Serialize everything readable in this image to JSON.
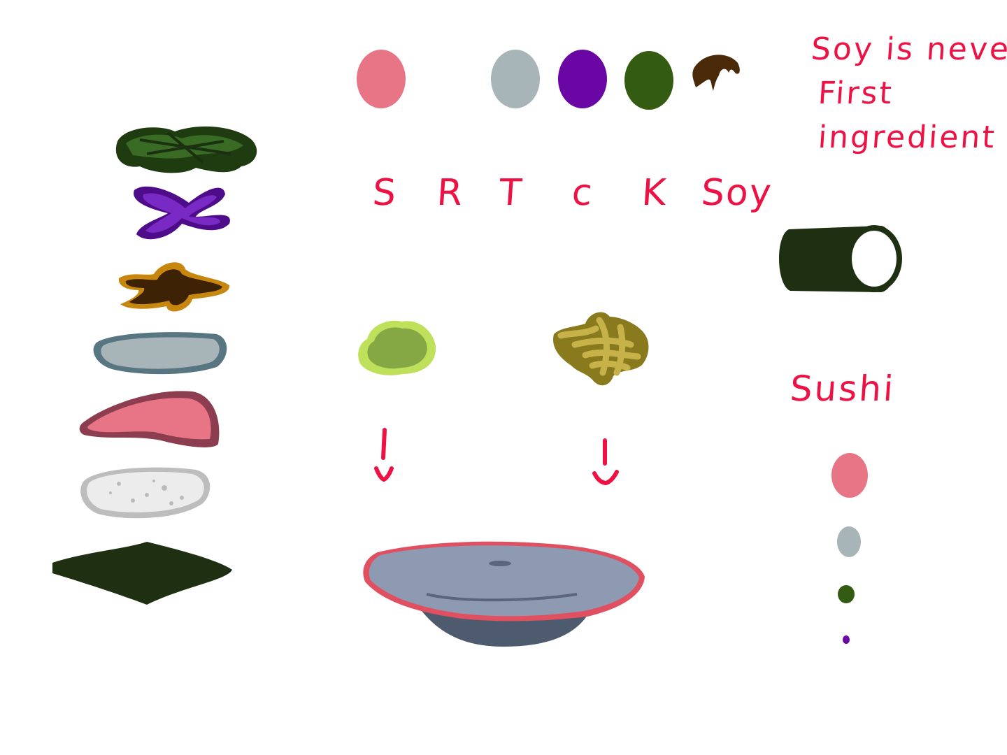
{
  "note": {
    "line1": "Soy is never",
    "line2": "First",
    "line3": "ingredient"
  },
  "letters": [
    {
      "key": "s",
      "text": "S",
      "color": "#e87585",
      "icon": "salmon-swatch-icon"
    },
    {
      "key": "r",
      "text": "R",
      "color": "#ffffff",
      "icon": "rice-swatch-icon"
    },
    {
      "key": "t",
      "text": "T",
      "color": "#a7b4b8",
      "icon": "tuna-swatch-icon"
    },
    {
      "key": "c",
      "text": "c",
      "color": "#6a06a3",
      "icon": "cabbage-swatch-icon"
    },
    {
      "key": "k",
      "text": "K",
      "color": "#335c12",
      "icon": "kelp-swatch-icon"
    },
    {
      "key": "soy",
      "text": "Soy",
      "color": "#4a2a08",
      "icon": "soy-swatch-icon"
    }
  ],
  "sushi": {
    "label": "Sushi",
    "dot_colors": [
      "#e87585",
      "#a7b4b8",
      "#335c12",
      "#6a06a3"
    ]
  },
  "ingredients_stack": [
    {
      "name": "seaweed-salad",
      "color": "#2f5a1c"
    },
    {
      "name": "purple-cabbage",
      "color": "#5c1a9a"
    },
    {
      "name": "soy-sauce",
      "color": "#4a2a08"
    },
    {
      "name": "tuna",
      "color": "#a7b4b8"
    },
    {
      "name": "salmon",
      "color": "#e87585"
    },
    {
      "name": "rice",
      "color": "#ececec"
    },
    {
      "name": "nori",
      "color": "#1e2f12"
    }
  ],
  "condiments": [
    {
      "name": "wasabi",
      "color": "#8eae45"
    },
    {
      "name": "ginger",
      "color": "#b8a345"
    }
  ],
  "colors": {
    "accent_text": "#ee1144",
    "plate": "#8d9ab1",
    "plate_rim": "#e05060"
  }
}
